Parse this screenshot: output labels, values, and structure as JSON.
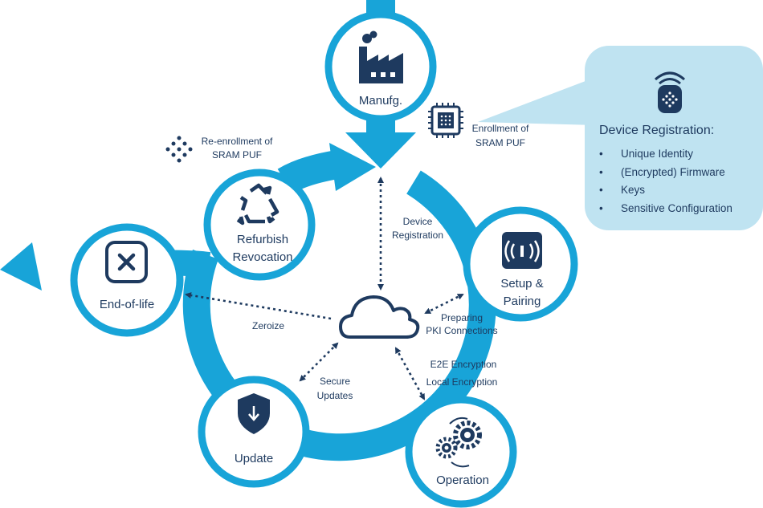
{
  "nodes": {
    "manufacturing": "Manufg.",
    "setup_pairing": [
      "Setup &",
      "Pairing"
    ],
    "operation": "Operation",
    "update": "Update",
    "end_of_life": "End-of-life",
    "refurbish_revocation": [
      "Refurbish",
      "Revocation"
    ]
  },
  "annotations": {
    "enrollment": [
      "Enrollment of",
      "SRAM PUF"
    ],
    "re_enrollment": [
      "Re-enrollment of",
      "SRAM PUF"
    ]
  },
  "flows": {
    "device_registration": [
      "Device",
      "Registration"
    ],
    "preparing_pki": [
      "Preparing",
      "PKI Connections"
    ],
    "encryption": [
      "E2E Encryption",
      "Local Encryption"
    ],
    "secure_updates": [
      "Secure",
      "Updates"
    ],
    "zeroize": "Zeroize"
  },
  "callout": {
    "title": "Device Registration:",
    "items": [
      "Unique Identity",
      "(Encrypted) Firmware",
      "Keys",
      "Sensitive Configuration"
    ]
  },
  "icons": {
    "manufacturing": "factory-icon",
    "chip": "chip-icon",
    "puf": "dots-icon",
    "setup": "nfc-icon",
    "operation": "gears-icon",
    "update": "shield-download-icon",
    "end_of_life": "close-box-icon",
    "refurbish": "recycle-icon",
    "cloud": "cloud-icon",
    "speaker": "smart-speaker-icon"
  },
  "colors": {
    "flow": "#18a4d8",
    "navy": "#1e3a5f",
    "callout_bg": "#bfe3f1"
  }
}
